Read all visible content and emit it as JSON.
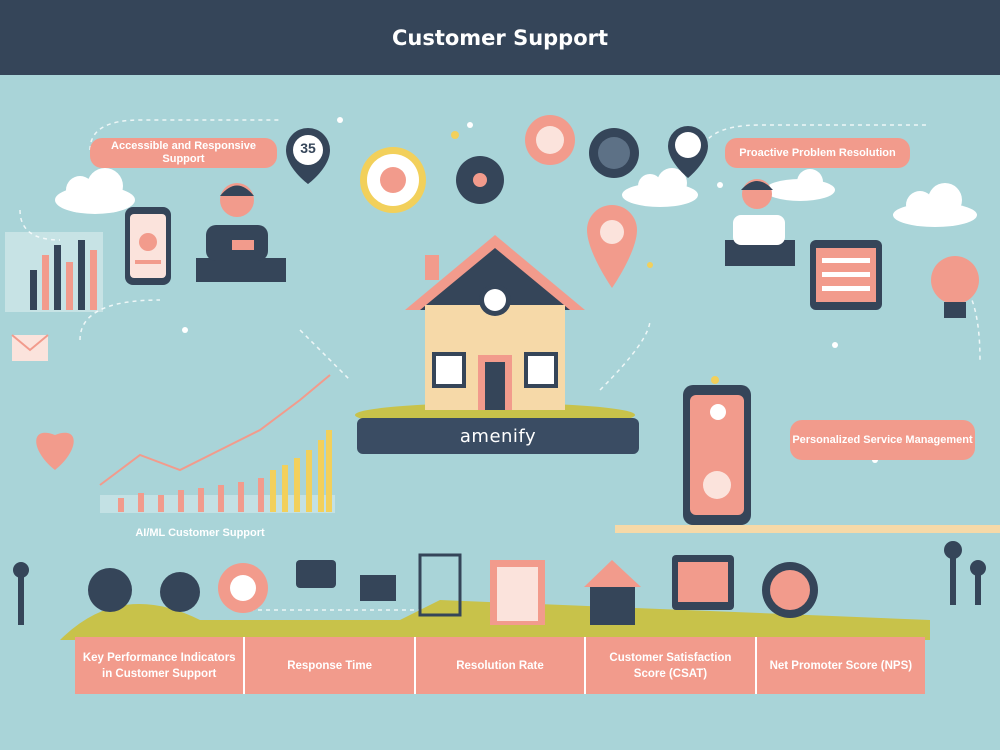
{
  "header": {
    "title": "Customer Support"
  },
  "labels": {
    "accessible": "Accessible and Responsive Support",
    "proactive": "Proactive Problem Resolution",
    "personalized": "Personalized Service Management",
    "aiml": "AI/ML Customer Support",
    "brand": "amenify",
    "badge_number": "35"
  },
  "kpis": [
    "Key Performance Indicators in Customer Support",
    "Response Time",
    "Resolution Rate",
    "Customer Satisfaction Score (CSAT)",
    "Net Promoter Score (NPS)"
  ],
  "colors": {
    "header_bg": "#354559",
    "background": "#a9d4d8",
    "coral": "#f29b8c",
    "navy": "#3a4c63",
    "yellow": "#f2d05b"
  }
}
